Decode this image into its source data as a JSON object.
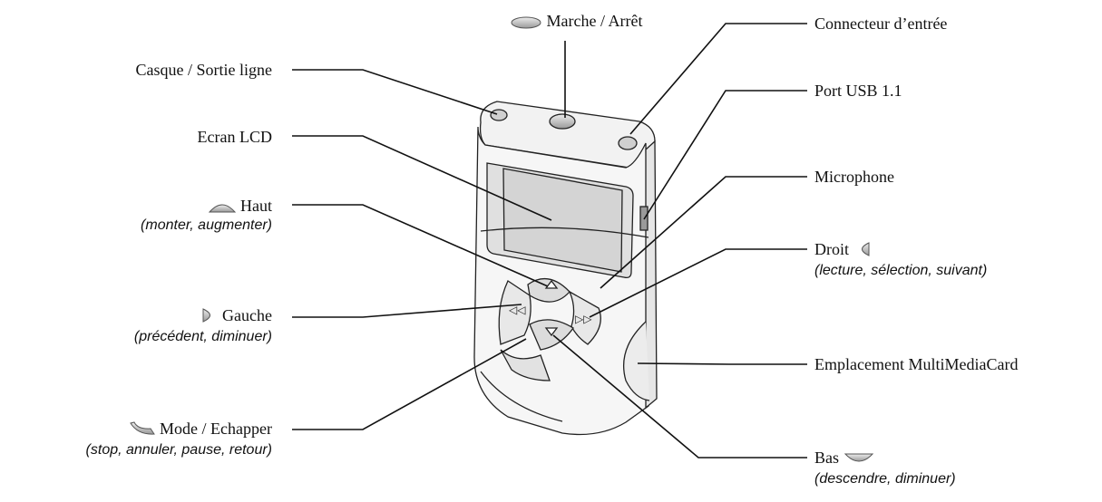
{
  "labels": {
    "power": "Marche / Arrêt",
    "input_connector": "Connecteur d’entrée",
    "headphones": "Casque / Sortie ligne",
    "usb": "Port USB 1.1",
    "lcd": "Ecran LCD",
    "microphone": "Microphone",
    "up": "Haut",
    "up_desc": "(monter, augmenter)",
    "right": "Droit",
    "right_desc": "(lecture, sélection, suivant)",
    "left": "Gauche",
    "left_desc": "(précédent, diminuer)",
    "mmc_slot": "Emplacement MultiMediaCard",
    "mode": "Mode / Echapper",
    "mode_desc": "(stop, annuler, pause, retour)",
    "down": "Bas",
    "down_desc": "(descendre, diminuer)"
  },
  "icons": {
    "power": "power-button-icon",
    "up": "up-button-icon",
    "right": "right-button-icon",
    "left": "left-button-icon",
    "mode": "mode-button-icon",
    "down": "down-button-icon"
  },
  "colors": {
    "line": "#111111",
    "device_fill": "#f4f4f4",
    "screen_fill": "#e2e2e2",
    "button_fill": "#c8c8c8"
  }
}
